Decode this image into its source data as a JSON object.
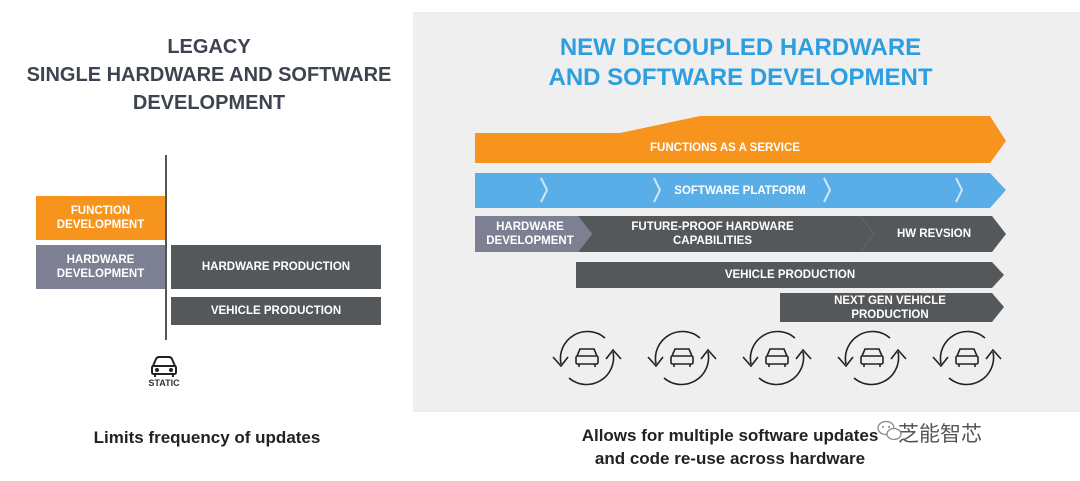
{
  "legacy": {
    "title_lines": [
      "LEGACY",
      "SINGLE HARDWARE AND SOFTWARE",
      "DEVELOPMENT"
    ],
    "function_dev_lines": [
      "FUNCTION",
      "DEVELOPMENT"
    ],
    "hardware_dev_lines": [
      "HARDWARE",
      "DEVELOPMENT"
    ],
    "hardware_production": "HARDWARE PRODUCTION",
    "vehicle_production": "VEHICLE PRODUCTION",
    "static_label": "STATIC",
    "caption": "Limits frequency of updates"
  },
  "decoupled": {
    "title_lines": [
      "NEW DECOUPLED HARDWARE",
      "AND SOFTWARE DEVELOPMENT"
    ],
    "functions_as_service": "FUNCTIONS AS A SERVICE",
    "software_platform": "SOFTWARE PLATFORM",
    "hardware_dev_lines": [
      "HARDWARE",
      "DEVELOPMENT"
    ],
    "future_proof_lines": [
      "FUTURE-PROOF HARDWARE",
      "CAPABILITIES"
    ],
    "hw_revision": "HW REVSION",
    "vehicle_production": "VEHICLE PRODUCTION",
    "next_gen_lines": [
      "NEXT GEN VEHICLE",
      "PRODUCTION"
    ],
    "update_cycle_icon_count": 5,
    "caption_lines": [
      "Allows for multiple software updates",
      "and code re-use across hardware"
    ]
  },
  "watermark": "芝能智芯",
  "colors": {
    "orange": "#f7941d",
    "blue": "#5aaee8",
    "slate": "#7d8092",
    "dark_gray": "#55585b",
    "title_blue": "#2d9fe0",
    "title_gray": "#3d4450",
    "panel_bg": "#efefef"
  },
  "icons": [
    "car-icon",
    "refresh-car-icon",
    "chevron-right-icon",
    "wechat-icon"
  ]
}
